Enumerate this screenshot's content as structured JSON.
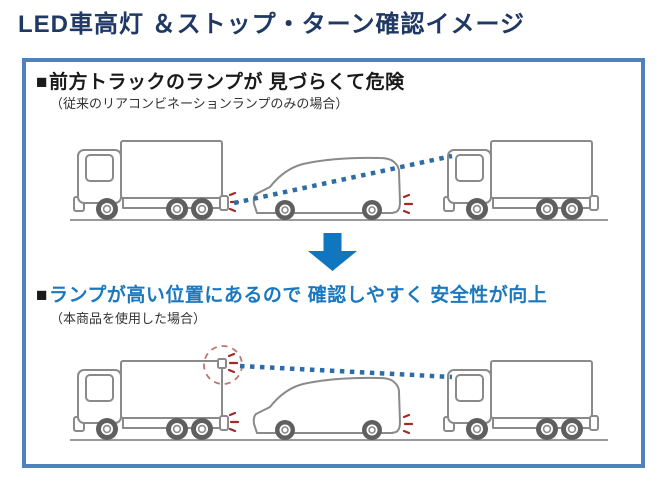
{
  "title": "LED車高灯 ＆ストップ・ターン確認イメージ",
  "panel": {
    "before": {
      "marker": "■",
      "heading": "前方トラックのランプが 見づらくて危険",
      "subtitle": "（従来のリアコンビネーションランプのみの場合）"
    },
    "after": {
      "marker": "■",
      "heading": "ランプが高い位置にあるので 確認しやすく 安全性が向上",
      "subtitle": "（本商品を使用した場合）"
    }
  },
  "icons": {
    "bullet": "black-square-bullet-icon",
    "down_arrow": "down-arrow-icon",
    "sight_line": "dotted-sight-line",
    "lamp_glow": "lamp-glow-icon",
    "highlight": "dashed-highlight-circle"
  },
  "colors": {
    "title-navy": "#1F3864",
    "panel-border": "#4F81BD",
    "heading-blue": "#1B78BE",
    "arrow-blue": "#0F76BF",
    "sight-blue": "#2E6DA4",
    "lamp-red": "#9E2B25",
    "circle-red": "#C0776B",
    "vehicle-gray": "#8A8A8A",
    "tire-gray": "#5F5F5F",
    "ground-gray": "#9A9A9A",
    "text-black": "#1A1A1A"
  }
}
